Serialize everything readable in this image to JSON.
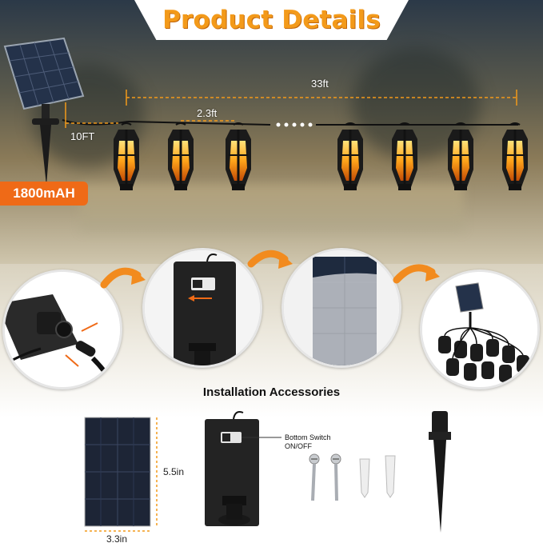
{
  "title": "Product Details",
  "dimensions": {
    "total_length": "33ft",
    "spacing": "2.3ft",
    "lead_cable": "10FT",
    "panel_height": "5.5in",
    "panel_width": "3.3in"
  },
  "battery": "1800mAH",
  "accessories": {
    "title": "Installation Accessories",
    "switch_label_line1": "Bottom Switch",
    "switch_label_line2": "ON/OFF"
  },
  "colors": {
    "accent": "#f39a1a",
    "badge": "#ef6a17",
    "dimension_line": "#f39a1a"
  }
}
